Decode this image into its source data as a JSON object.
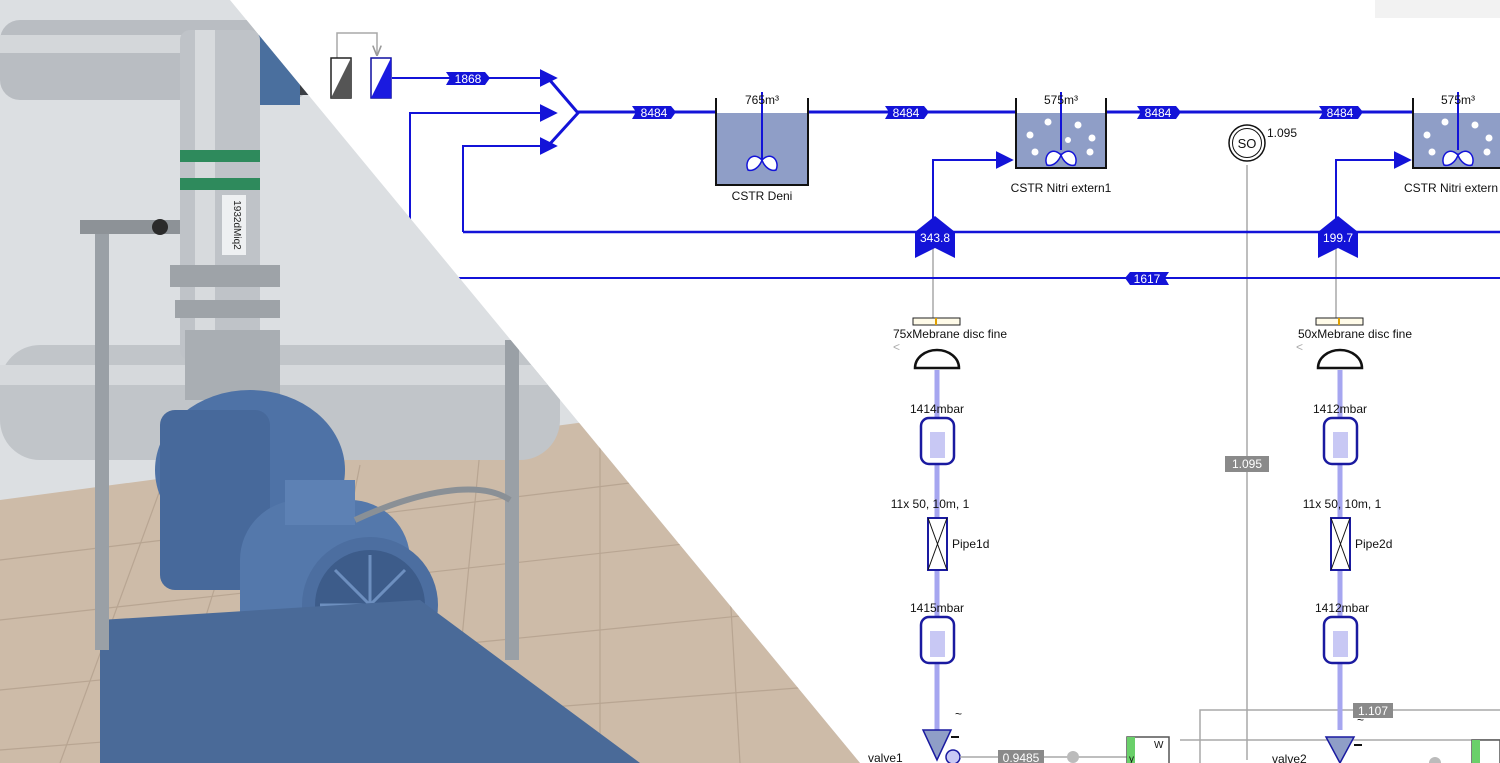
{
  "photo": {
    "alt": "Centrifugal pump with blue electric motor and stainless steel pipework in a plant room",
    "pipe_label": "1932dMiq2",
    "colors": {
      "wall": "#d9dcdf",
      "floor": "#c9b8a6",
      "motor": "#4f74a8",
      "steel": "#b7bbc0"
    }
  },
  "flows": {
    "inflow": "1868",
    "main_1": "8484",
    "main_2": "8484",
    "main_3": "8484",
    "main_4": "8484",
    "air_1": "343.8",
    "air_2": "199.7",
    "recycle": "1617"
  },
  "tanks": {
    "deni": {
      "label": "CSTR Deni",
      "volume": "765m³"
    },
    "nitri1": {
      "label": "CSTR Nitri extern1",
      "volume": "575m³"
    },
    "nitri2": {
      "label": "CSTR Nitri extern",
      "volume": "575m³"
    }
  },
  "sensor": {
    "symbol": "SO",
    "value": "1.095",
    "readout": "1.095"
  },
  "aeration_1": {
    "diffuser": "75xMebrane disc fine",
    "pressure_top": "1414mbar",
    "pipe_spec": "11x 50, 10m, 1",
    "pipe_name": "Pipe1d",
    "pressure_bottom": "1415mbar",
    "valve": "valve1",
    "signal": "0.9485"
  },
  "aeration_2": {
    "diffuser": "50xMebrane disc fine",
    "pressure_top": "1412mbar",
    "pipe_spec": "11x 50, 10m, 1",
    "pipe_name": "Pipe2d",
    "pressure_bottom": "1412mbar",
    "valve": "valve2",
    "signal": "1.107"
  },
  "controller": {
    "label_w": "W",
    "label_y": "y"
  },
  "colors": {
    "flow": "#1313d8",
    "air": "#a6a6f0",
    "signal": "#a0a0a0",
    "water": "#8f9ec7",
    "readout": "#8a8a8a"
  }
}
